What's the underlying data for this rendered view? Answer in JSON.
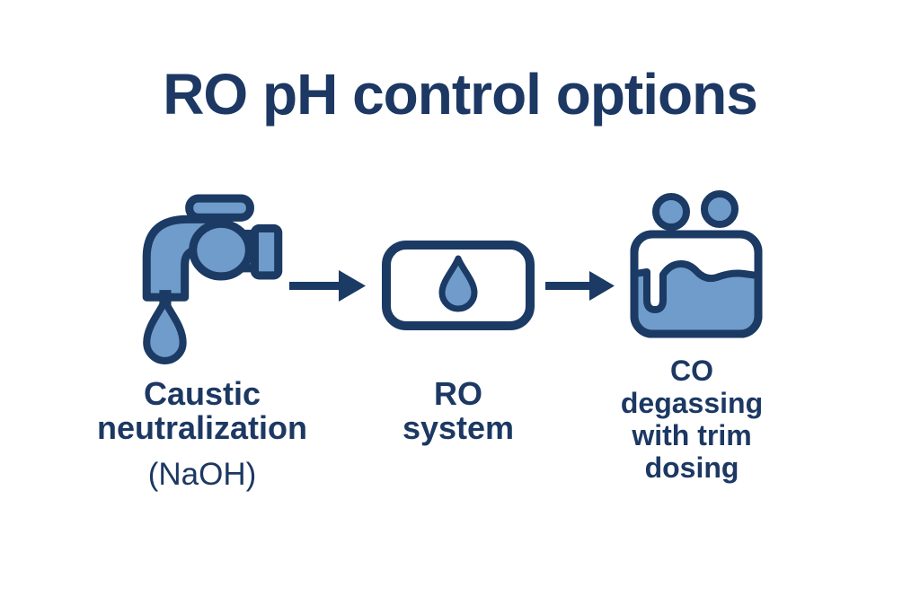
{
  "title": "RO pH control options",
  "colors": {
    "navy_outline": "#1b3a64",
    "fill_blue": "#6f9cca",
    "background": "#ffffff",
    "text_navy": "#1c3863"
  },
  "diagram": {
    "type": "process-flow",
    "direction": "left-to-right",
    "steps": [
      {
        "name": "caustic-neutralization",
        "icon": "faucet-drip-icon",
        "lines": [
          "Caustic",
          "neutralization"
        ],
        "subtext": "(NaOH)"
      },
      {
        "name": "ro-system",
        "icon": "water-drop-box-icon",
        "lines": [
          "RO",
          "system"
        ]
      },
      {
        "name": "co2-degassing",
        "icon": "degassing-tank-icon",
        "lines": [
          "CO",
          "degassing",
          "with trim",
          "dosing"
        ]
      }
    ],
    "connectors": [
      {
        "name": "arrow-1",
        "icon": "right-arrow-icon"
      },
      {
        "name": "arrow-2",
        "icon": "right-arrow-icon"
      }
    ]
  }
}
